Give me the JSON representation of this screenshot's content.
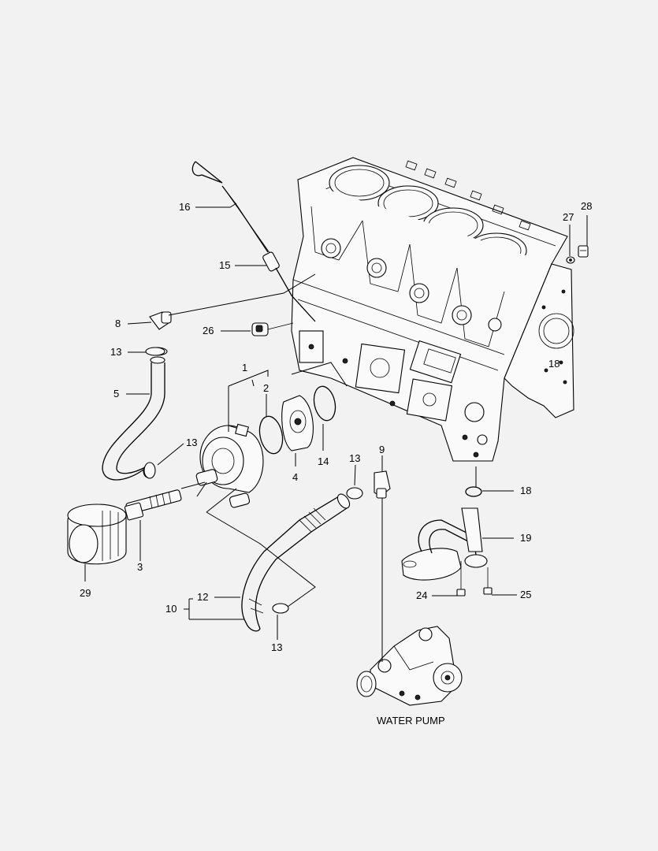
{
  "callouts": [
    {
      "id": "c1",
      "text": "1"
    },
    {
      "id": "c2",
      "text": "2"
    },
    {
      "id": "c3",
      "text": "3"
    },
    {
      "id": "c4",
      "text": "4"
    },
    {
      "id": "c5",
      "text": "5"
    },
    {
      "id": "c8",
      "text": "8"
    },
    {
      "id": "c9",
      "text": "9"
    },
    {
      "id": "c10",
      "text": "10"
    },
    {
      "id": "c12",
      "text": "12"
    },
    {
      "id": "c13a",
      "text": "13"
    },
    {
      "id": "c13b",
      "text": "13"
    },
    {
      "id": "c13c",
      "text": "13"
    },
    {
      "id": "c13d",
      "text": "13"
    },
    {
      "id": "c14",
      "text": "14"
    },
    {
      "id": "c15",
      "text": "15"
    },
    {
      "id": "c16",
      "text": "16"
    },
    {
      "id": "c18a",
      "text": "18"
    },
    {
      "id": "c18b",
      "text": "18"
    },
    {
      "id": "c19",
      "text": "19"
    },
    {
      "id": "c24",
      "text": "24"
    },
    {
      "id": "c25",
      "text": "25"
    },
    {
      "id": "c26",
      "text": "26"
    },
    {
      "id": "c27",
      "text": "27"
    },
    {
      "id": "c28",
      "text": "28"
    },
    {
      "id": "c29",
      "text": "29"
    }
  ],
  "caption": "WATER PUMP"
}
